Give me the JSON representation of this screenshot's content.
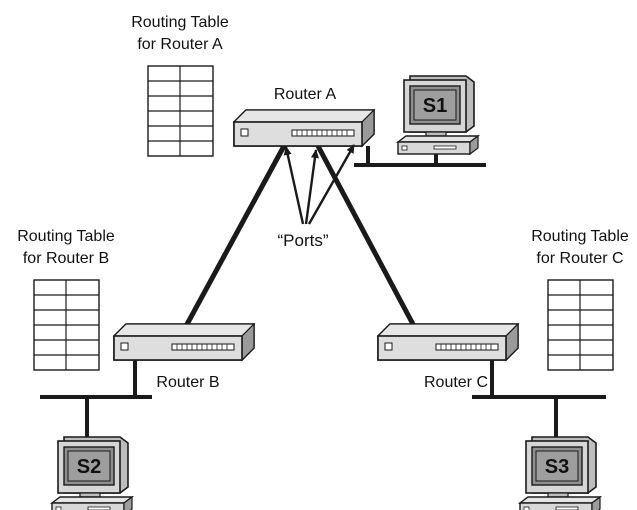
{
  "routers": {
    "a": {
      "label": "Router A"
    },
    "b": {
      "label": "Router B"
    },
    "c": {
      "label": "Router C"
    }
  },
  "tables": {
    "a": {
      "line1": "Routing Table",
      "line2": "for Router A"
    },
    "b": {
      "line1": "Routing Table",
      "line2": "for Router B"
    },
    "c": {
      "line1": "Routing Table",
      "line2": "for Router C"
    }
  },
  "servers": {
    "s1": {
      "label": "S1"
    },
    "s2": {
      "label": "S2"
    },
    "s3": {
      "label": "S3"
    }
  },
  "ports_label": "“Ports”",
  "colors": {
    "line": "#1a1a1a",
    "device_fill": "#d4d4d4",
    "device_face": "#ececec",
    "screen": "#8a8a8a"
  }
}
